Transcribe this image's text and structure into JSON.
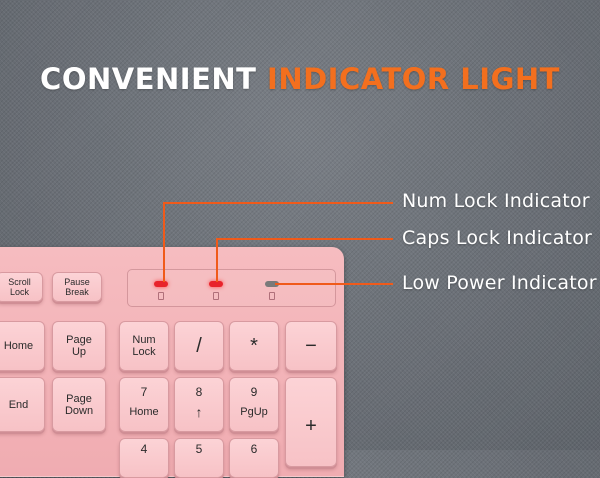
{
  "headline": {
    "white": "CONVENIENT",
    "orange": "INDICATOR LIGHT"
  },
  "colors": {
    "accent": "#f36f1e",
    "led_on": "#e8232b",
    "led_off": "#7a7a7a",
    "keyboard": "#f5b8bc"
  },
  "callouts": [
    {
      "label": "Num Lock Indicator"
    },
    {
      "label": "Caps Lock Indicator"
    },
    {
      "label": "Low Power Indicator"
    }
  ],
  "keys": {
    "scroll_lock": [
      "Scroll",
      "Lock"
    ],
    "pause_break": [
      "Pause",
      "Break"
    ],
    "home": "Home",
    "page_up": [
      "Page",
      "Up"
    ],
    "end": "End",
    "page_down": [
      "Page",
      "Down"
    ],
    "num_lock": [
      "Num",
      "Lock"
    ],
    "divide": "/",
    "multiply": "*",
    "minus": "−",
    "plus": "+",
    "num7": [
      "7",
      "Home"
    ],
    "num8": [
      "8",
      "↑"
    ],
    "num9": [
      "9",
      "PgUp"
    ],
    "num4": "4",
    "num5": "5",
    "num6": "6"
  },
  "icons": [
    "num-lock-symbol-icon",
    "caps-lock-symbol-icon",
    "battery-symbol-icon"
  ]
}
